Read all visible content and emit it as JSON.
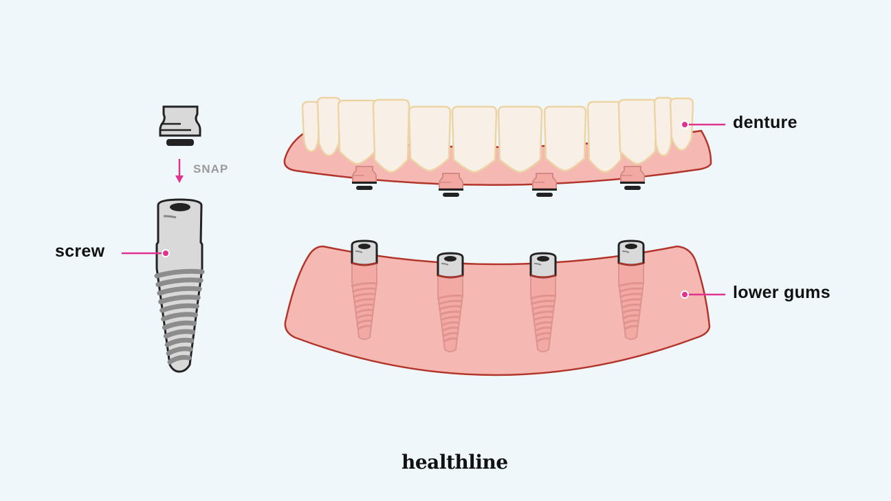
{
  "labels": {
    "denture": "denture",
    "lower_gums": "lower gums",
    "screw": "screw",
    "snap": "SNAP"
  },
  "logo": "healthline",
  "colors": {
    "background": "#f0f7fa",
    "gum_fill": "#f5b8b2",
    "gum_outline": "#b3342a",
    "tooth_fill": "#f8f0e6",
    "tooth_outline": "#ecd4a4",
    "pointer": "#e0338f",
    "implant_fill": "#d9d9d9",
    "thread": "#8c8c8c"
  }
}
